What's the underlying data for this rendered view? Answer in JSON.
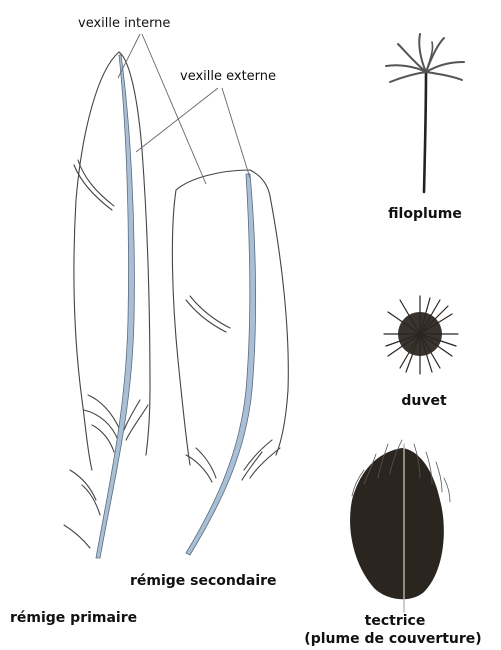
{
  "labels": {
    "vexille_interne": "vexille interne",
    "vexille_externe": "vexille externe",
    "filoplume": "filoplume",
    "duvet": "duvet",
    "remige_secondaire": "rémige secondaire",
    "remige_primaire": "rémige primaire",
    "tectrice_line1": "tectrice",
    "tectrice_line2": "(plume de couverture)"
  },
  "colors": {
    "outline": "#444444",
    "shaft": "#a9bfd6",
    "shaft_edge": "#5a6b7d",
    "dark_feather": "#2b2520"
  }
}
